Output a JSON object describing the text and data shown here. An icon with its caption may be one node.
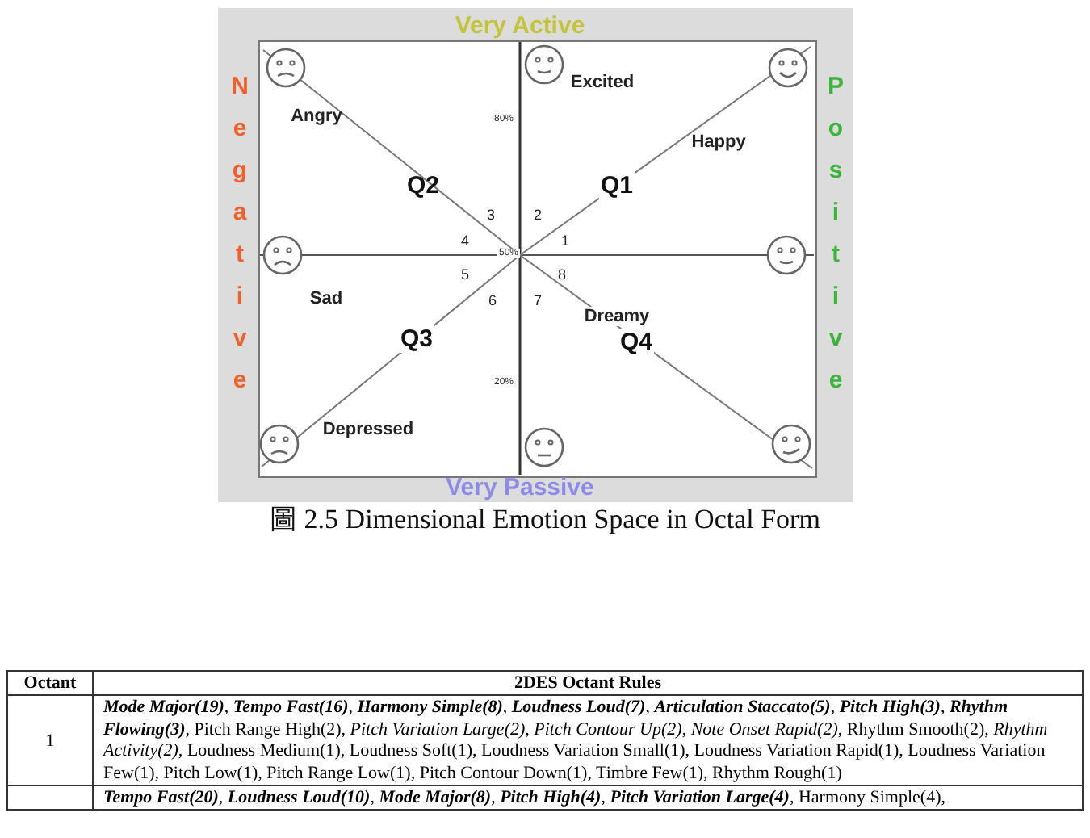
{
  "diagram": {
    "caption": "圖 2.5 Dimensional Emotion Space in Octal Form",
    "labels": [
      "Very Active",
      "Excited",
      "80%",
      "Angry",
      "Happy",
      "Q2",
      "Q1",
      "3",
      "2",
      "4",
      "1",
      "50%",
      "Negative",
      "Positive",
      "5",
      "8",
      "Sad",
      "6",
      "7",
      "Dreamy",
      "Q3",
      "Q4",
      "20%",
      "Depressed",
      "Very Passive",
      "Octant",
      "2DES Octant Rules",
      "1",
      "**Mode Major(19)**, **Tempo Fast(16)**, **Harmony Simple(8)**, **Loudness Loud(7)**, **Articulation Staccato(5)**, **Pitch High(3)**, **Rhythm Flowing(3)**, Pitch Range High(2), *Pitch Variation Large(2)*, *Pitch Contour Up(2)*, *Note Onset Rapid(2)*, Rhythm Smooth(2), *Rhythm Activity(2),* Loudness Medium(1), Loudness Soft(1), Loudness Variation Small(1), Loudness Variation Rapid(1), Loudness Variation Few(1), Pitch Low(1), Pitch Range Low(1), Pitch Contour Down(1), Timbre Few(1), Rhythm Rough(1)",
      "**Tempo Fast(20)**, **Loudness Loud(10)**, **Mode Major(8)**, **Pitch High(4)**, **Pitch Variation Large(4)**, Harmony Simple(4),"
    ]
  }
}
